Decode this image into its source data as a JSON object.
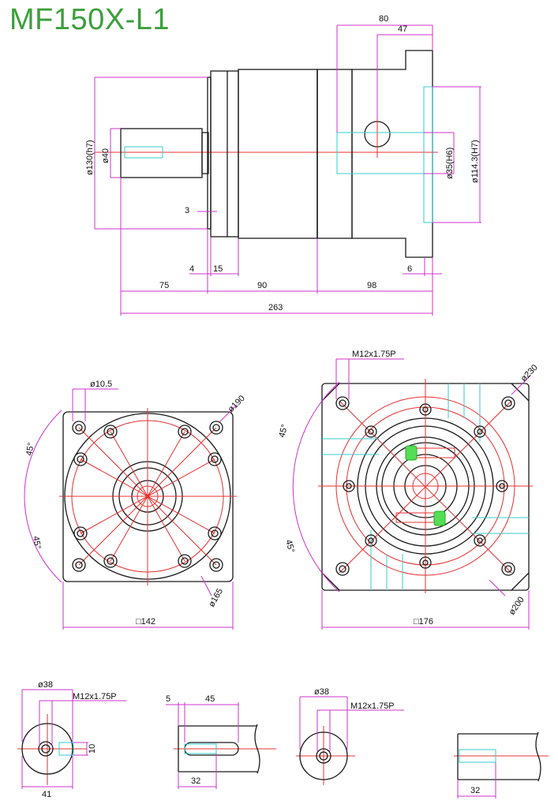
{
  "title": "MF150X-L1",
  "colors": {
    "title": "#3c9f3c",
    "outline": "#1a1a1a",
    "dimension": "#cc33cc",
    "centerline": "#e83030",
    "hidden": "#33cccc",
    "key": "#55dd55"
  },
  "side_view": {
    "d_80": "80",
    "d_47": "47",
    "d_130": "ø130(h7)",
    "d_40": "ø40",
    "d_35": "ø35(H6)",
    "d_114": "ø114.3(H7)",
    "d_3": "3",
    "d_4": "4",
    "d_15": "15",
    "d_6": "6",
    "d_75": "75",
    "d_90": "90",
    "d_98": "98",
    "d_263": "263"
  },
  "front_left": {
    "hole": "ø10.5",
    "pcd": "ø190",
    "pcd2": "ø165",
    "angle1": "45°",
    "angle2": "45°",
    "square": "□142"
  },
  "front_right": {
    "thread": "M12x1.75P",
    "pcd": "ø230",
    "pcd2": "ø200",
    "angle1": "45°",
    "angle2": "45°",
    "square": "□176"
  },
  "shaft_details": {
    "a_dia": "ø38",
    "a_thread": "M12x1.75P",
    "a_key": "10",
    "a_width": "41",
    "b_5": "5",
    "b_45": "45",
    "b_32": "32",
    "c_dia": "ø38",
    "c_thread": "M12x1.75P",
    "d_32": "32"
  }
}
